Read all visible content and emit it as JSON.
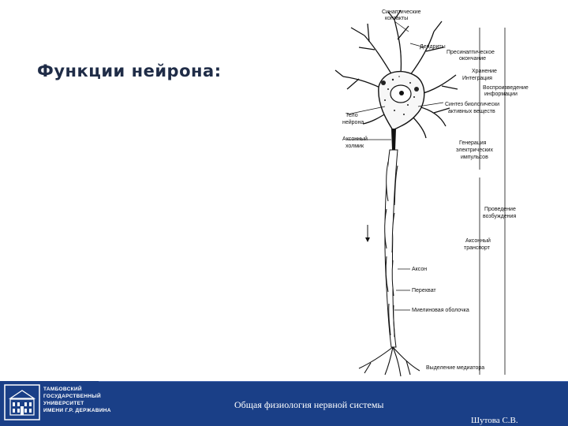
{
  "slide": {
    "title": "Функции нейрона:"
  },
  "figure": {
    "left_labels": {
      "cell_body": [
        "Тело",
        "нейрона"
      ],
      "axon_hillock": [
        "Аксонный",
        "холмик"
      ]
    },
    "structure_labels": {
      "synaptic_contacts": [
        "Синаптические",
        "контакты"
      ],
      "dendrites": "Дендриты",
      "axon": "Аксон",
      "node": "Перехват",
      "myelin": "Миелиновая оболочка"
    },
    "function_labels": {
      "presynaptic": [
        "Пресинаптическое",
        "окончание"
      ],
      "storage": "Хранение",
      "integration": "Интеграция",
      "reproduction": [
        "Воспроизведение",
        "информации"
      ],
      "synthesis": [
        "Синтез биологически",
        "активных веществ"
      ],
      "generation": [
        "Генерация",
        "электрических",
        "импульсов"
      ],
      "conduction": [
        "Проведение",
        "возбуждения"
      ],
      "axonal_transport": [
        "Аксонный",
        "транспорт"
      ],
      "mediator_release": "Выделение медиатора"
    }
  },
  "footer": {
    "logo_lines": [
      "ТАМБОВСКИЙ",
      "ГОСУДАРСТВЕННЫЙ",
      "УНИВЕРСИТЕТ",
      "ИМЕНИ Г.Р. ДЕРЖАВИНА"
    ],
    "course_title": "Общая физиология нервной системы",
    "author": "Шутова С.В."
  },
  "colors": {
    "footer_bg": "#1a3f87",
    "title_text": "#1f2c47"
  }
}
